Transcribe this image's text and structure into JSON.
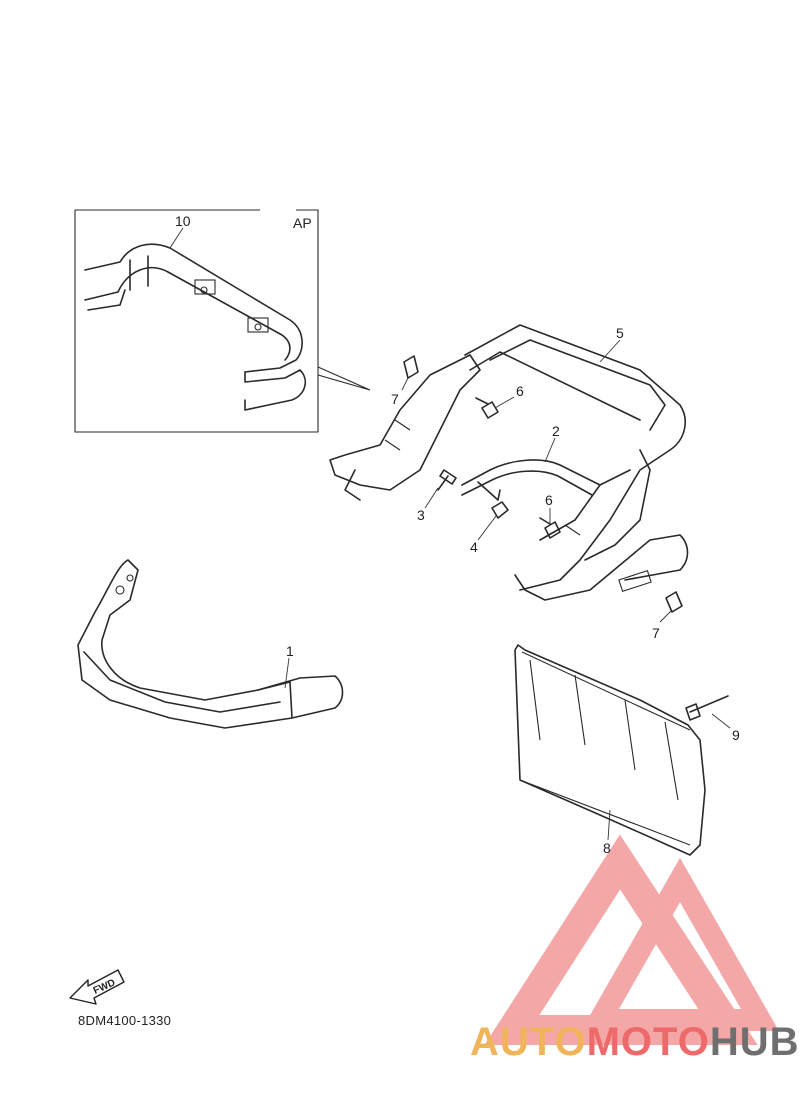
{
  "diagram": {
    "inset_label": "AP",
    "callouts": {
      "p1": "1",
      "p2": "2",
      "p3": "3",
      "p4": "4",
      "p5": "5",
      "p6a": "6",
      "p6b": "6",
      "p7a": "7",
      "p7b": "7",
      "p8": "8",
      "p9": "9",
      "p10": "10"
    },
    "fwd_label": "FWD",
    "part_code": "8DM4100-1330"
  },
  "watermark": {
    "part1": "AUTO",
    "part2": "MOTO",
    "part3": "HUB",
    "colors": {
      "auto": "#f0b45a",
      "moto": "#ee6a6a",
      "hub": "#6f6f6f",
      "logo": "#f08a8a"
    }
  }
}
